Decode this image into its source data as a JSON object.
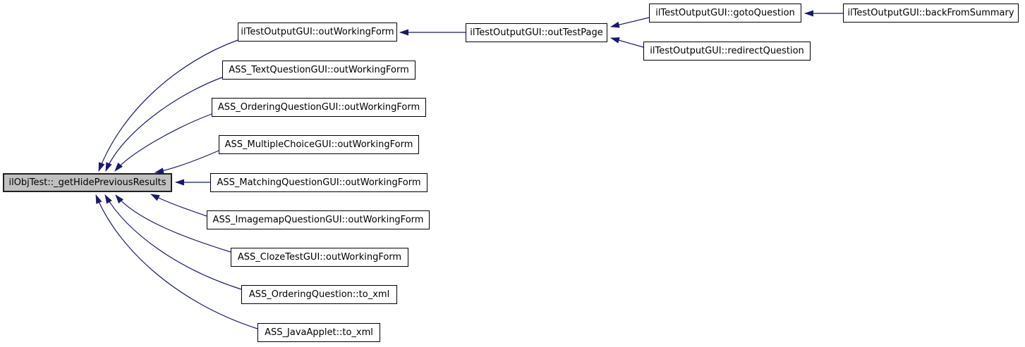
{
  "diagram": {
    "kind": "doxygen-caller-graph",
    "colors": {
      "background": "#ffffff",
      "edge": "#191970",
      "node_border": "#000000",
      "node_fill": "#ffffff",
      "highlight_fill": "#c0c0c0",
      "text": "#000000"
    },
    "nodes": [
      {
        "id": "main",
        "label": "ilObjTest::_getHidePreviousResults",
        "highlighted": true
      },
      {
        "id": "outWorkingForm",
        "label": "ilTestOutputGUI::outWorkingForm",
        "highlighted": false
      },
      {
        "id": "outTestPage",
        "label": "ilTestOutputGUI::outTestPage",
        "highlighted": false
      },
      {
        "id": "gotoQuestion",
        "label": "ilTestOutputGUI::gotoQuestion",
        "highlighted": false
      },
      {
        "id": "backFromSummary",
        "label": "ilTestOutputGUI::backFromSummary",
        "highlighted": false
      },
      {
        "id": "redirectQuestion",
        "label": "ilTestOutputGUI::redirectQuestion",
        "highlighted": false
      },
      {
        "id": "textQuestion",
        "label": "ASS_TextQuestionGUI::outWorkingForm",
        "highlighted": false
      },
      {
        "id": "orderingGUI",
        "label": "ASS_OrderingQuestionGUI::outWorkingForm",
        "highlighted": false
      },
      {
        "id": "multipleChoice",
        "label": "ASS_MultipleChoiceGUI::outWorkingForm",
        "highlighted": false
      },
      {
        "id": "matching",
        "label": "ASS_MatchingQuestionGUI::outWorkingForm",
        "highlighted": false
      },
      {
        "id": "imagemap",
        "label": "ASS_ImagemapQuestionGUI::outWorkingForm",
        "highlighted": false
      },
      {
        "id": "clozeTest",
        "label": "ASS_ClozeTestGUI::outWorkingForm",
        "highlighted": false
      },
      {
        "id": "orderingToXml",
        "label": "ASS_OrderingQuestion::to_xml",
        "highlighted": false
      },
      {
        "id": "javaAppletToXml",
        "label": "ASS_JavaApplet::to_xml",
        "highlighted": false
      }
    ],
    "edges": [
      {
        "from": "backFromSummary",
        "to": "gotoQuestion"
      },
      {
        "from": "gotoQuestion",
        "to": "outTestPage"
      },
      {
        "from": "redirectQuestion",
        "to": "outTestPage"
      },
      {
        "from": "outTestPage",
        "to": "outWorkingForm"
      },
      {
        "from": "outWorkingForm",
        "to": "main"
      },
      {
        "from": "textQuestion",
        "to": "main"
      },
      {
        "from": "orderingGUI",
        "to": "main"
      },
      {
        "from": "multipleChoice",
        "to": "main"
      },
      {
        "from": "matching",
        "to": "main"
      },
      {
        "from": "imagemap",
        "to": "main"
      },
      {
        "from": "clozeTest",
        "to": "main"
      },
      {
        "from": "orderingToXml",
        "to": "main"
      },
      {
        "from": "javaAppletToXml",
        "to": "main"
      }
    ]
  }
}
